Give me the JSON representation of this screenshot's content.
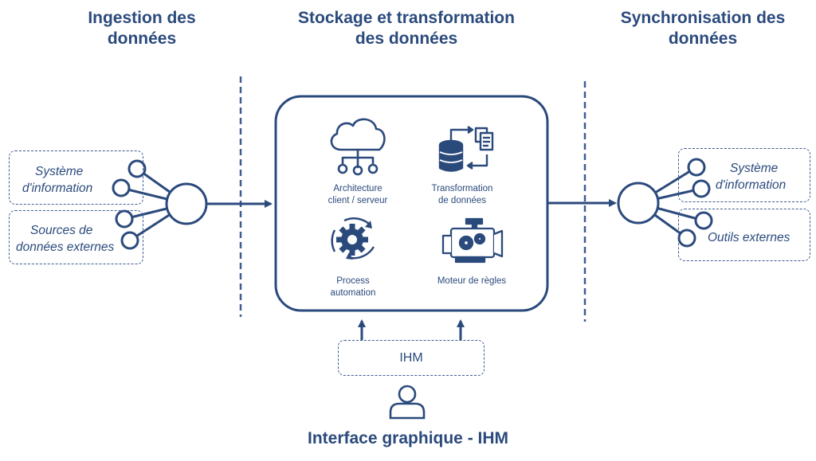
{
  "columns": {
    "ingestion": {
      "line1": "Ingestion des",
      "line2": "données"
    },
    "storage": {
      "line1": "Stockage et transformation",
      "line2": "des données"
    },
    "sync": {
      "line1": "Synchronisation des",
      "line2": "données"
    }
  },
  "left_sources": [
    {
      "line1": "Système",
      "line2": "d'information"
    },
    {
      "line1": "Sources de",
      "line2": "données externes"
    }
  ],
  "right_targets": [
    {
      "line1": "Système",
      "line2": "d'information"
    },
    {
      "line1": "Outils externes"
    }
  ],
  "core": {
    "architecture": {
      "line1": "Architecture",
      "line2": "client  / serveur",
      "icon": "cloud-network-icon"
    },
    "transformation": {
      "line1": "Transformation",
      "line2": "de données",
      "icon": "database-transform-icon"
    },
    "automation": {
      "line1": "Process",
      "line2": "automation",
      "icon": "gear-cycle-icon"
    },
    "rules": {
      "line1": "Moteur de règles",
      "icon": "engine-icon"
    }
  },
  "ihm_box": "IHM",
  "footer_title": "Interface graphique - IHM",
  "colors": {
    "primary": "#2b4a7c",
    "line": "#3d5c93"
  }
}
